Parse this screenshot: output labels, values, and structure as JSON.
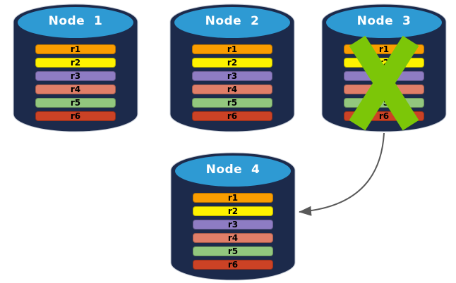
{
  "diagram": {
    "nodes": [
      {
        "title": "Node  1",
        "failed": false,
        "records": [
          "r1",
          "r2",
          "r3",
          "r4",
          "r5",
          "r6"
        ]
      },
      {
        "title": "Node  2",
        "failed": false,
        "records": [
          "r1",
          "r2",
          "r3",
          "r4",
          "r5",
          "r6"
        ]
      },
      {
        "title": "Node  3",
        "failed": true,
        "records": [
          "r1",
          "r2",
          "r3",
          "r4",
          "r5",
          "r6"
        ]
      },
      {
        "title": "Node  4",
        "failed": false,
        "records": [
          "r1",
          "r2",
          "r3",
          "r4",
          "r5",
          "r6"
        ]
      }
    ],
    "record_colors": [
      "#FA9D00",
      "#FEF200",
      "#8E7CC3",
      "#E07E68",
      "#92C77E",
      "#CB4225"
    ],
    "arrow": {
      "from": "Node 3",
      "to": "Node 4"
    },
    "colors": {
      "background": "#FFFFFF",
      "cylinder_body": "#1C2A4B",
      "cylinder_top": "#2E9AD3",
      "cylinder_outline": "#C9CFD8",
      "title_text": "#FFFFFF",
      "record_text": "#000000",
      "failure_x": "#7CC608",
      "arrow": "#595959"
    }
  }
}
